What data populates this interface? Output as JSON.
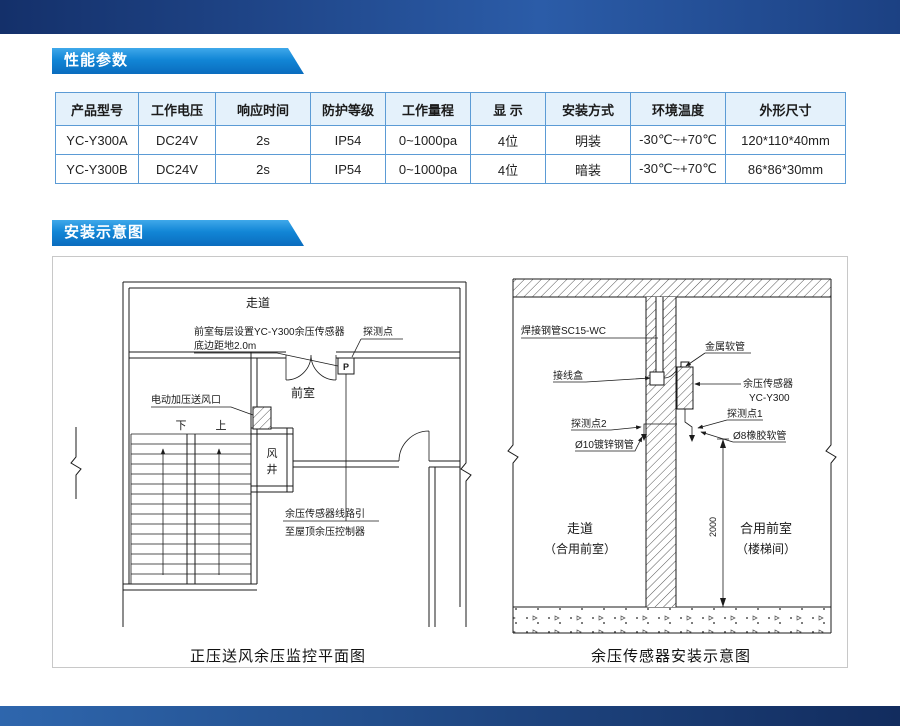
{
  "page": {
    "section_performance": "性能参数",
    "section_installation": "安装示意图"
  },
  "colors": {
    "banner_blue": "#0e74c6",
    "table_border": "#5b9bd5",
    "table_header_bg": "#e4f1fb",
    "topbar_dark": "#14306a"
  },
  "spec_table": {
    "headers": [
      "产品型号",
      "工作电压",
      "响应时间",
      "防护等级",
      "工作量程",
      "显  示",
      "安装方式",
      "环境温度",
      "外形尺寸"
    ],
    "rows": [
      [
        "YC-Y300A",
        "DC24V",
        "2s",
        "IP54",
        "0~1000pa",
        "4位",
        "明装",
        "-30℃~+70℃",
        "120*110*40mm"
      ],
      [
        "YC-Y300B",
        "DC24V",
        "2s",
        "IP54",
        "0~1000pa",
        "4位",
        "暗装",
        "-30℃~+70℃",
        "86*86*30mm"
      ]
    ]
  },
  "plan_diagram": {
    "corridor_label": "走道",
    "note_line1": "前室每层设置YC-Y300余压传感器",
    "note_line2": "底边距地2.0m",
    "detect_point_label": "探测点",
    "p_marker": "P",
    "vent_label": "电动加压送风口",
    "front_room_label": "前室",
    "down_label": "下",
    "up_label": "上",
    "shaft_char1": "风",
    "shaft_char2": "井",
    "wire_line1": "余压传感器线路引",
    "wire_line2": "至屋顶余压控制器",
    "caption": "正压送风余压监控平面图"
  },
  "install_diagram": {
    "weld_pipe_label": "焊接钢管SC15-WC",
    "metal_hose_label": "金属软管",
    "junction_box_label": "接线盒",
    "sensor_label1": "余压传感器",
    "sensor_label2": "YC-Y300",
    "detect2_label": "探测点2",
    "detect1_label": "探测点1",
    "pipe10_label": "Ø10镀锌钢管",
    "hose8_label": "Ø8橡胶软管",
    "dim_label": "2000",
    "left_room_line1": "走道",
    "left_room_line2": "（合用前室）",
    "right_room_line1": "合用前室",
    "right_room_line2": "（楼梯间）",
    "caption": "余压传感器安装示意图"
  }
}
